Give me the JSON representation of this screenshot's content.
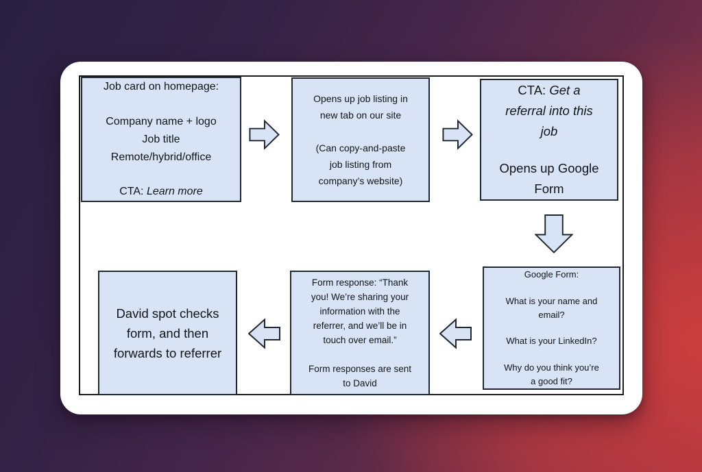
{
  "background": {
    "gradient_top_left": "#2a2143",
    "gradient_bottom_left": "#4c2a46",
    "gradient_top_right": "#5e2a43",
    "gradient_bottom_right": "#c23c3e",
    "card_color": "#ffffff"
  },
  "diagram": {
    "box_fill": "#d8e4f5",
    "box_border": "#212730",
    "arrow_fill": "#d8e4f5",
    "boxes": {
      "job_card": {
        "title": "Job card on homepage:",
        "items": [
          "Company name + logo",
          "Job title",
          "Remote/hybrid/office"
        ],
        "cta_prefix": "CTA: ",
        "cta_text": "Learn more"
      },
      "job_listing": {
        "line1": "Opens up job listing in new tab on our site",
        "line2": "(Can copy-and-paste job listing from company’s website)"
      },
      "referral_cta": {
        "cta_prefix": "CTA: ",
        "cta_text": "Get a referral into this job",
        "line2": "Opens up Google Form"
      },
      "google_form": {
        "title": "Google Form:",
        "questions": [
          "What is your name and email?",
          "What is your LinkedIn?",
          "Why do you think you’re a good fit?"
        ]
      },
      "form_response": {
        "line1": "Form response: “Thank you! We’re sharing your information with the referrer, and we’ll be in touch over email.”",
        "line2": "Form responses are sent to David"
      },
      "david_review": {
        "text": "David spot checks form, and then forwards to referrer"
      }
    }
  }
}
